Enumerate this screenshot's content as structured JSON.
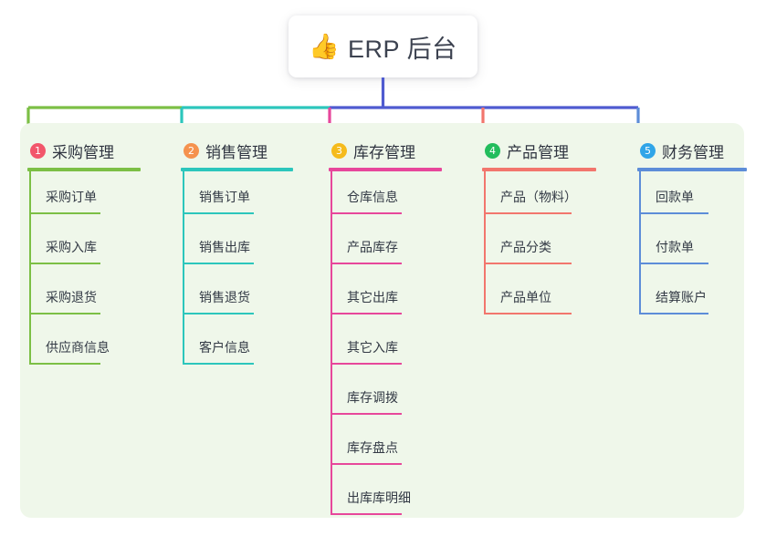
{
  "root": {
    "icon": "thumbs-up-icon",
    "icon_glyph": "👍",
    "title": "ERP 后台"
  },
  "colors": {
    "panel_background": "#eff7ea",
    "page_background": "#ffffff",
    "root_stem": "#4f5bd0",
    "text": "#2f3440"
  },
  "columns": [
    {
      "number": "1",
      "title": "采购管理",
      "accent": "#7cbf45",
      "badge_color": "#f2566b",
      "items": [
        {
          "label": "采购订单"
        },
        {
          "label": "采购入库"
        },
        {
          "label": "采购退货"
        },
        {
          "label": "供应商信息"
        }
      ]
    },
    {
      "number": "2",
      "title": "销售管理",
      "accent": "#2cc6bc",
      "badge_color": "#f5924e",
      "items": [
        {
          "label": "销售订单"
        },
        {
          "label": "销售出库"
        },
        {
          "label": "销售退货"
        },
        {
          "label": "客户信息"
        }
      ]
    },
    {
      "number": "3",
      "title": "库存管理",
      "accent": "#e7479b",
      "badge_color": "#f5bb1c",
      "items": [
        {
          "label": "仓库信息"
        },
        {
          "label": "产品库存"
        },
        {
          "label": "其它出库"
        },
        {
          "label": "其它入库"
        },
        {
          "label": "库存调拨"
        },
        {
          "label": "库存盘点"
        },
        {
          "label": "出库库明细"
        }
      ]
    },
    {
      "number": "4",
      "title": "产品管理",
      "accent": "#f2766d",
      "badge_color": "#23bd5d",
      "items": [
        {
          "label": "产品（物料）"
        },
        {
          "label": "产品分类"
        },
        {
          "label": "产品单位"
        }
      ]
    },
    {
      "number": "5",
      "title": "财务管理",
      "accent": "#5d8dd8",
      "badge_color": "#30a5e8",
      "items": [
        {
          "label": "回款单"
        },
        {
          "label": "付款单"
        },
        {
          "label": "结算账户"
        }
      ]
    }
  ]
}
